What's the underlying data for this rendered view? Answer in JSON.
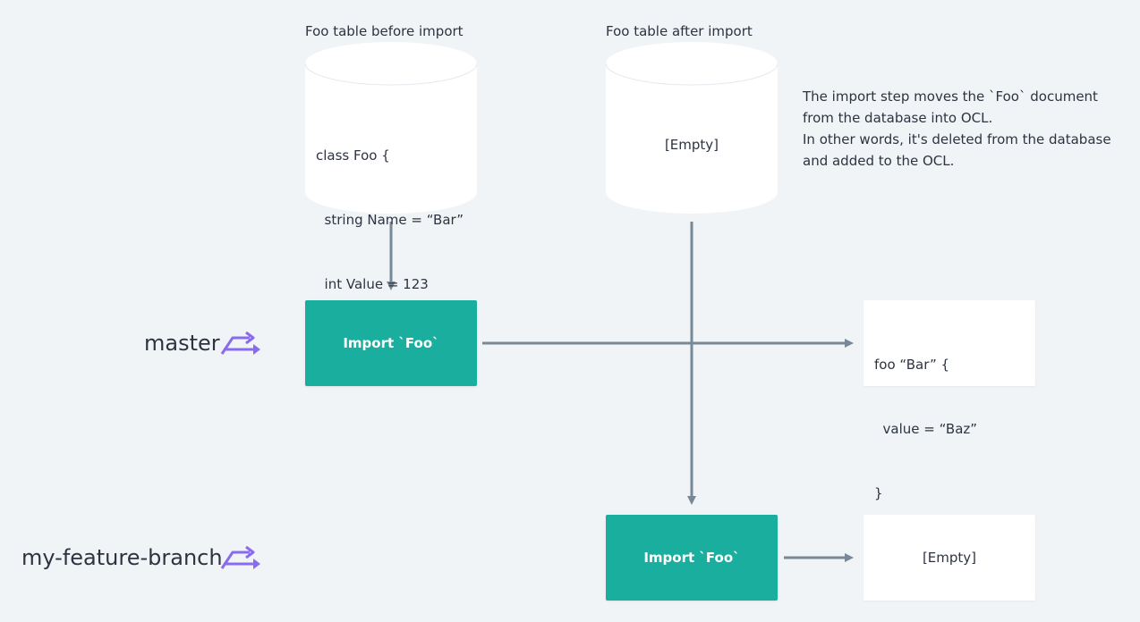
{
  "cylinders": {
    "before": {
      "caption": "Foo table before import",
      "lines": [
        "class Foo {",
        "  string Name = “Bar”",
        "  int Value = 123",
        "}"
      ]
    },
    "after": {
      "caption": "Foo table after import",
      "content": "[Empty]"
    }
  },
  "note": {
    "lines": [
      "The import step moves the `Foo` document",
      "from the database into OCL.",
      "In other words, it's deleted from the database",
      "and added to the OCL."
    ]
  },
  "branches": {
    "master": {
      "label": "master",
      "import_label": "Import `Foo`",
      "output_lines": [
        "foo “Bar” {",
        "  value = “Baz”",
        "}"
      ]
    },
    "feature": {
      "label": "my-feature-branch",
      "import_label": "Import `Foo`",
      "output": "[Empty]"
    }
  },
  "colors": {
    "background": "#f0f4f7",
    "import_box": "#1aae9f",
    "connector": "#788896",
    "branch_icon": "#8a6bf0",
    "text": "#2d3340"
  },
  "icons": {
    "branch": "branch-arrow-icon"
  }
}
